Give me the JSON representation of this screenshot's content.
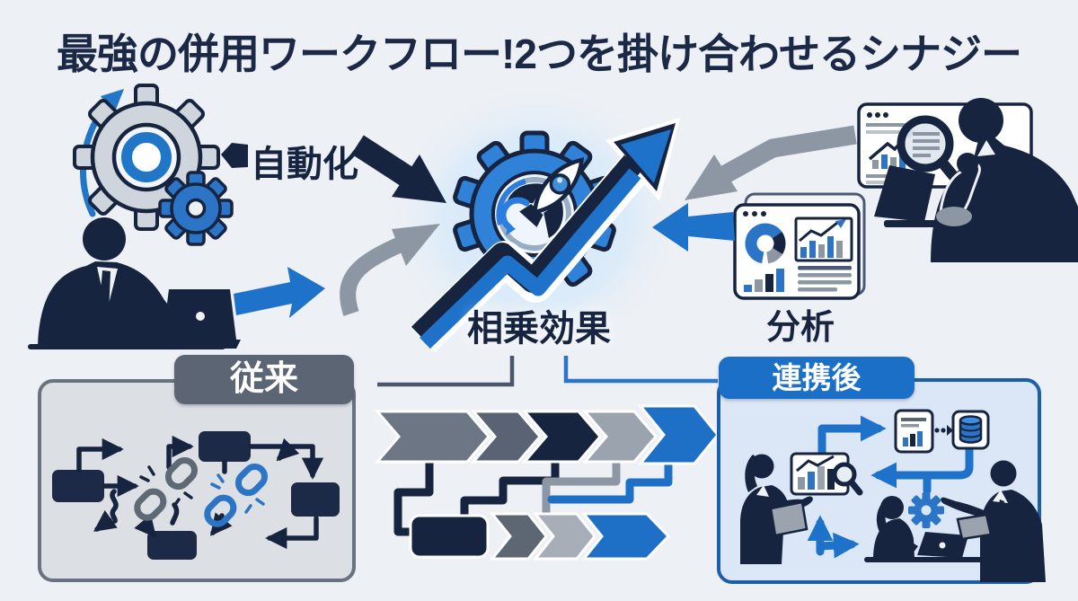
{
  "title": "最強の併用ワークフロー!2つを掛け合わせるシナジー",
  "labels": {
    "automation": "自動化",
    "synergy": "相乗効果",
    "analysis": "分析",
    "before": "従来",
    "after": "連携後"
  },
  "icons": {
    "automation": "dual-gears-icon",
    "automation_refresh": "curved-arrow-icon",
    "synergy_hub": "gear-rocket-growth-arrow-icon",
    "operator": "businessman-at-laptop-silhouette",
    "analyst": "businessman-magnifier-thinking-silhouette",
    "analysis_dashboard": "analytics-dashboard-icon",
    "before_diagram": "broken-chain-flowchart-icon",
    "process_flow": "chevron-process-flow-icon",
    "after_diagram": "team-collaboration-workflow-icon",
    "database": "database-cylinder-icon",
    "magnifier": "magnifying-glass-icon",
    "gear_small": "gear-icon"
  },
  "colors": {
    "background": "#edf0f5",
    "navy": "#16243f",
    "blue": "#1f72c9",
    "light_blue": "#3b8ee4",
    "gray": "#8d96a3",
    "light_gray": "#a5adb6",
    "slate": "#5b6574",
    "before_panel_bg": "#dcdfe3",
    "after_panel_bg": "#dbe7f7",
    "after_panel_border": "#1a5fa8",
    "white": "#ffffff"
  }
}
